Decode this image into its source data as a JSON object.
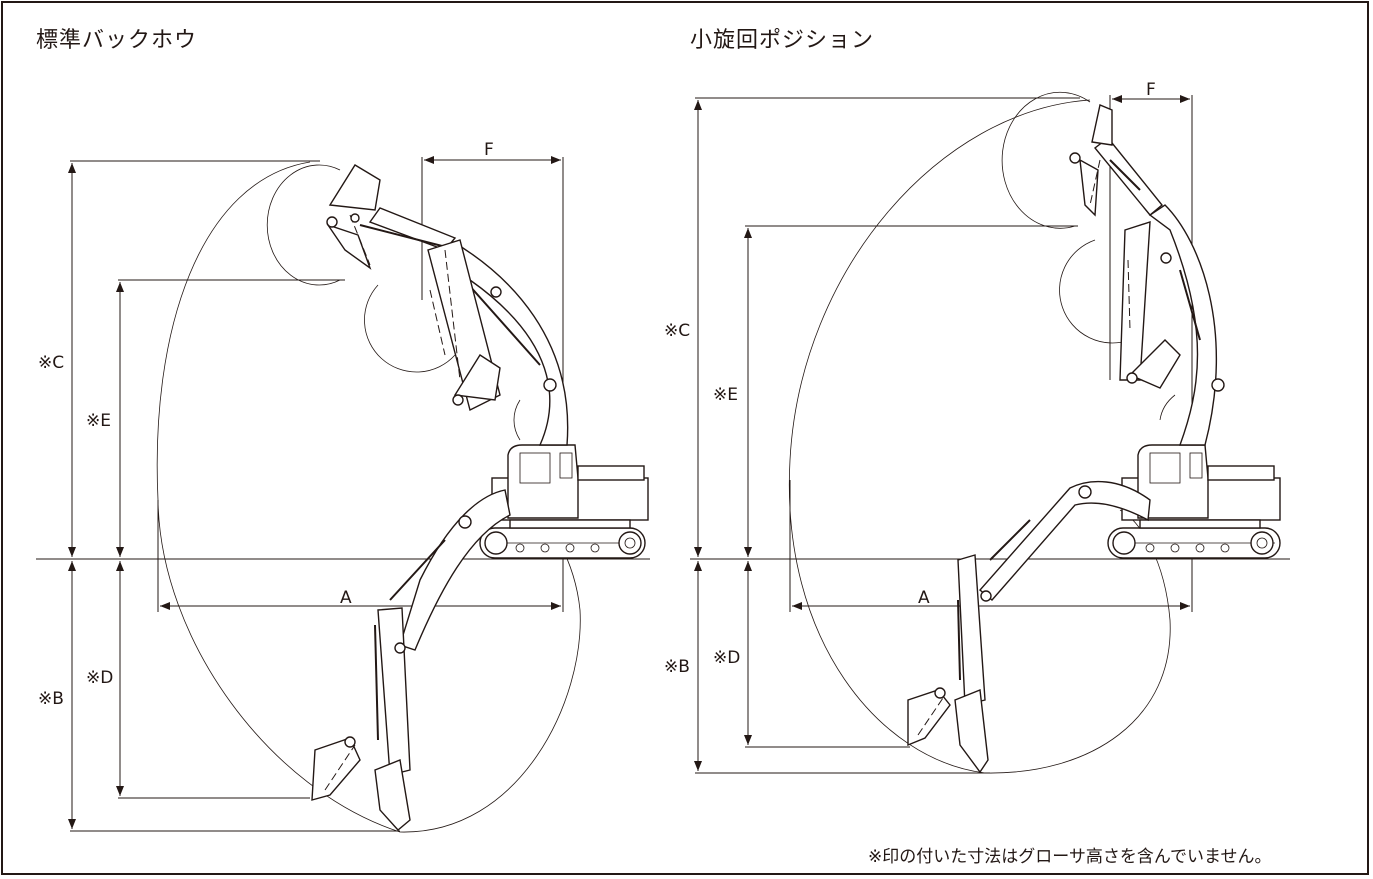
{
  "panels": {
    "left_title": "標準バックホウ",
    "right_title": "小旋回ポジション"
  },
  "dimensions": {
    "A": "A",
    "B": "※B",
    "C": "※C",
    "D": "※D",
    "E": "※E",
    "F": "F"
  },
  "footnote": "※印の付いた寸法はグローサ高さを含んでいません。"
}
